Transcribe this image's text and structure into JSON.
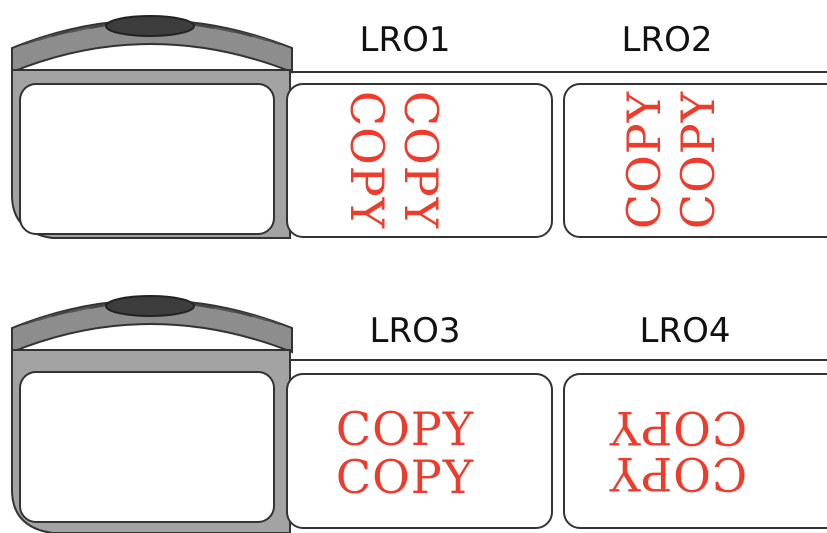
{
  "colors": {
    "ink": "#333333",
    "label_fill": "#ffffff",
    "copy_red": "#ee3b2c",
    "roll_gray": "#9a9a9a"
  },
  "rolls": [
    {
      "labels": [
        {
          "title": "LRO1",
          "lines": [
            "COPY",
            "COPY"
          ],
          "rotation_deg": 90
        },
        {
          "title": "LRO2",
          "lines": [
            "COPY",
            "COPY"
          ],
          "rotation_deg": -90
        }
      ]
    },
    {
      "labels": [
        {
          "title": "LRO3",
          "lines": [
            "COPY",
            "COPY"
          ],
          "rotation_deg": 0
        },
        {
          "title": "LRO4",
          "lines": [
            "COPY",
            "COPY"
          ],
          "rotation_deg": 180
        }
      ]
    }
  ]
}
